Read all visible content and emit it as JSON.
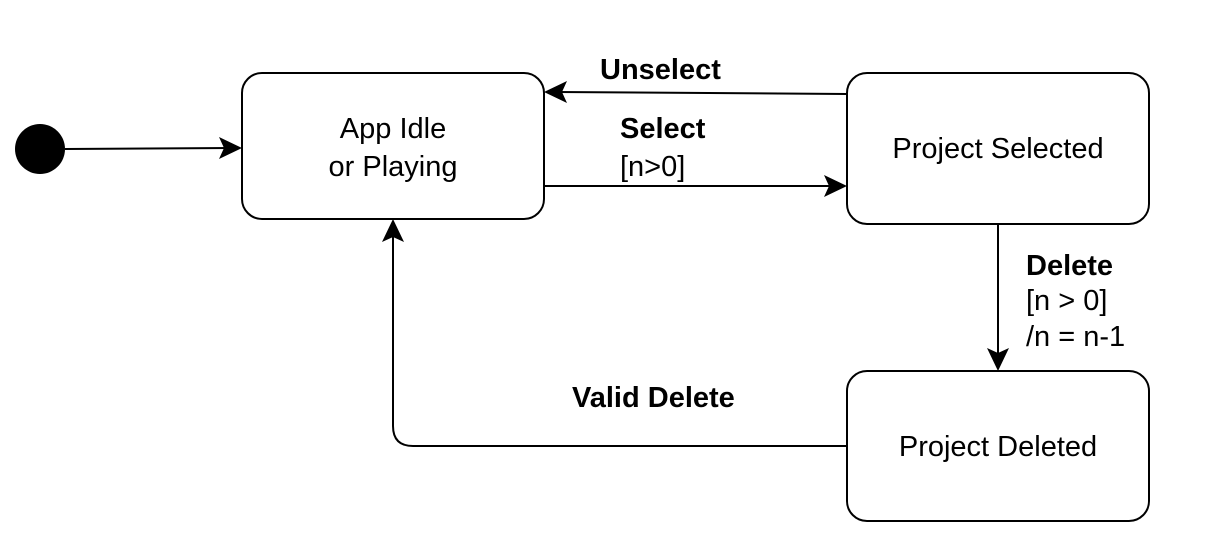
{
  "diagram": {
    "states": {
      "idle": {
        "line1": "App Idle",
        "line2": "or Playing"
      },
      "selected": {
        "label": "Project Selected"
      },
      "deleted": {
        "label": "Project Deleted"
      }
    },
    "transitions": {
      "unselect": {
        "event": "Unselect"
      },
      "select": {
        "event": "Select",
        "guard": "[n>0]"
      },
      "delete": {
        "event": "Delete",
        "guard": "[n > 0]",
        "action": "/n = n-1"
      },
      "valid_delete": {
        "event": "Valid Delete"
      }
    }
  }
}
